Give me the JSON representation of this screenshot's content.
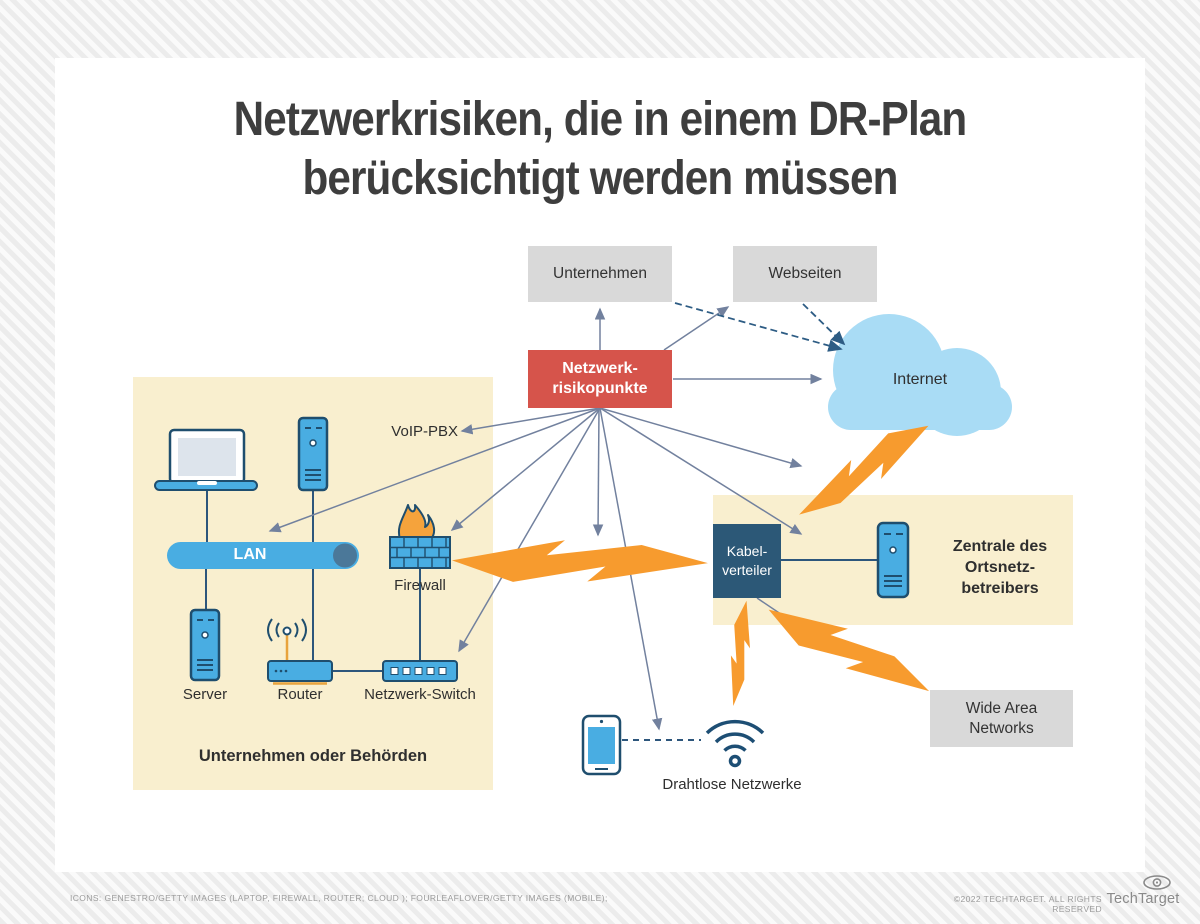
{
  "title": {
    "line1": "Netzwerkrisiken, die in einem DR-Plan",
    "line2": "berücksichtigt werden müssen"
  },
  "boxes": {
    "unternehmen": "Unternehmen",
    "webseiten": "Webseiten",
    "risiko": {
      "line1": "Netzwerk-",
      "line2": "risikopunkte"
    },
    "kabelverteiler": {
      "line1": "Kabel-",
      "line2": "verteiler"
    },
    "wan": {
      "line1": "Wide Area",
      "line2": "Networks"
    }
  },
  "labels": {
    "internet": "Internet",
    "voip": "VoIP-PBX",
    "lan": "LAN",
    "firewall": "Firewall",
    "server": "Server",
    "router": "Router",
    "switch": "Netzwerk-Switch",
    "left_panel": "Unternehmen oder Behörden",
    "zentrale": {
      "line1": "Zentrale des",
      "line2": "Ortsnetz-",
      "line3": "betreibers"
    },
    "drahtlos": "Drahtlose Netzwerke"
  },
  "footer": {
    "credits": "ICONS: GENESTRO/GETTY IMAGES (LAPTOP, FIREWALL, ROUTER; CLOUD ); FOURLEAFLOVER/GETTY IMAGES (MOBILE);",
    "copyright": "©2022 TECHTARGET. ALL RIGHTS RESERVED",
    "brand": "TechTarget"
  },
  "colors": {
    "risk_red": "#d6544b",
    "panel_yellow": "#f9efcf",
    "box_gray": "#d9d9d9",
    "device_blue": "#49ade2",
    "outline_navy": "#1f4e6e",
    "kv_navy": "#2c5877",
    "cloud_blue": "#a9dcf5",
    "bolt_orange": "#f79b2e",
    "arrow_slate": "#72819e"
  }
}
